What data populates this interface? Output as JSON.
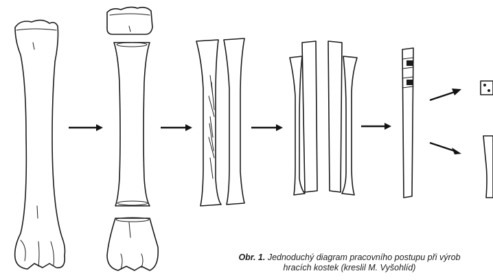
{
  "caption": {
    "label": "Obr. 1.",
    "line1": "Jednoduchý diagram pracovního postupu při výrob",
    "line2": "hracích kostek (kreslil M. Vyšohlíd)"
  }
}
